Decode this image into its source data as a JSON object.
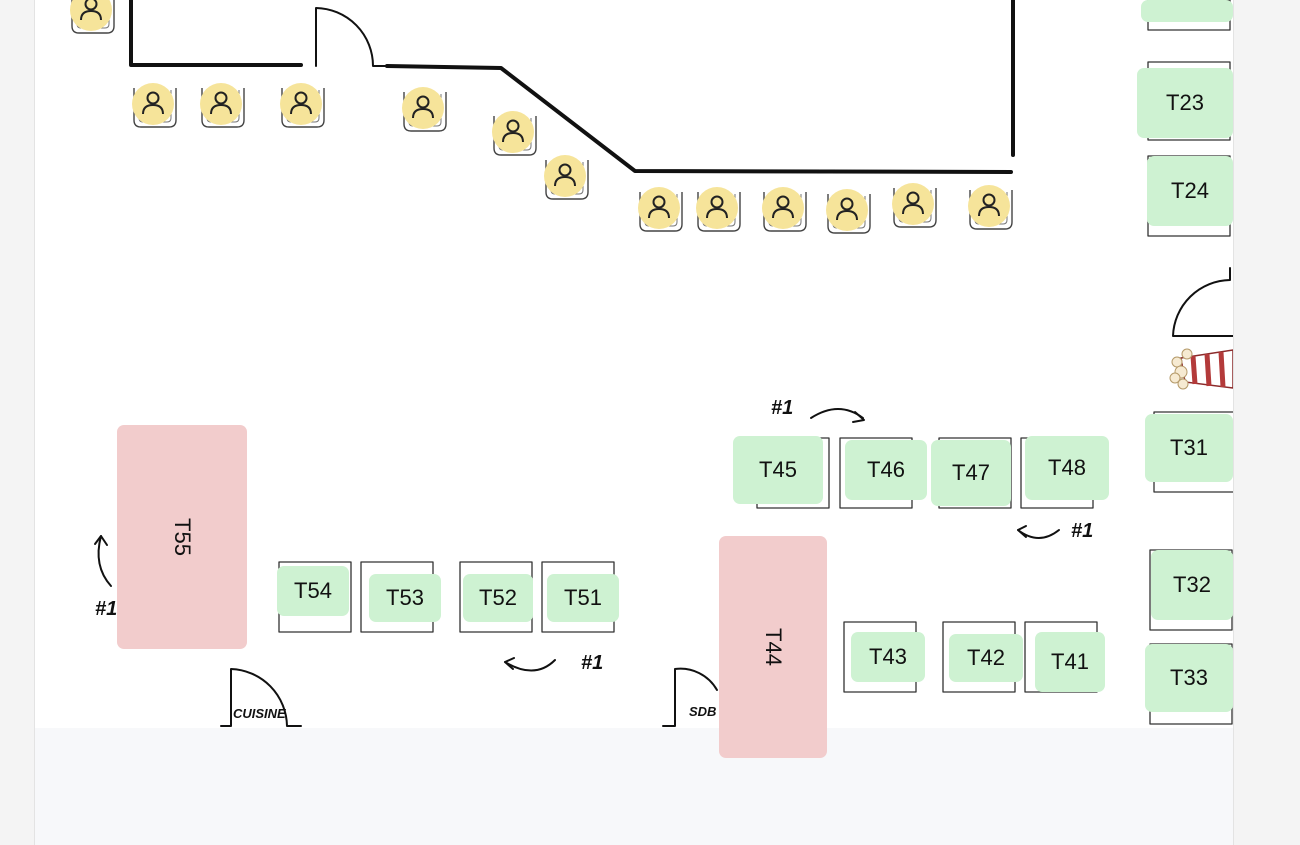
{
  "tables": [
    {
      "id": "T23",
      "status": "free"
    },
    {
      "id": "T24",
      "status": "free"
    },
    {
      "id": "T31",
      "status": "free"
    },
    {
      "id": "T32",
      "status": "free"
    },
    {
      "id": "T33",
      "status": "free"
    },
    {
      "id": "T41",
      "status": "free"
    },
    {
      "id": "T42",
      "status": "free"
    },
    {
      "id": "T43",
      "status": "free"
    },
    {
      "id": "T44",
      "status": "reserved"
    },
    {
      "id": "T45",
      "status": "free"
    },
    {
      "id": "T46",
      "status": "free"
    },
    {
      "id": "T47",
      "status": "free"
    },
    {
      "id": "T48",
      "status": "free"
    },
    {
      "id": "T51",
      "status": "free"
    },
    {
      "id": "T52",
      "status": "free"
    },
    {
      "id": "T53",
      "status": "free"
    },
    {
      "id": "T54",
      "status": "free"
    },
    {
      "id": "T55",
      "status": "reserved"
    }
  ],
  "annotations": {
    "rotation_note_a": "#1",
    "rotation_note_b": "#1",
    "rotation_note_c": "#1",
    "rotation_note_d": "#1"
  },
  "rooms": {
    "kitchen": "CUISINE",
    "bathroom": "SDB"
  },
  "colors": {
    "free": "#cef2d2",
    "reserved": "#f2cccc",
    "seat": "#f6e49a"
  },
  "icons": [
    "person-icon",
    "popcorn-icon",
    "door-icon",
    "curved-arrow-icon"
  ]
}
